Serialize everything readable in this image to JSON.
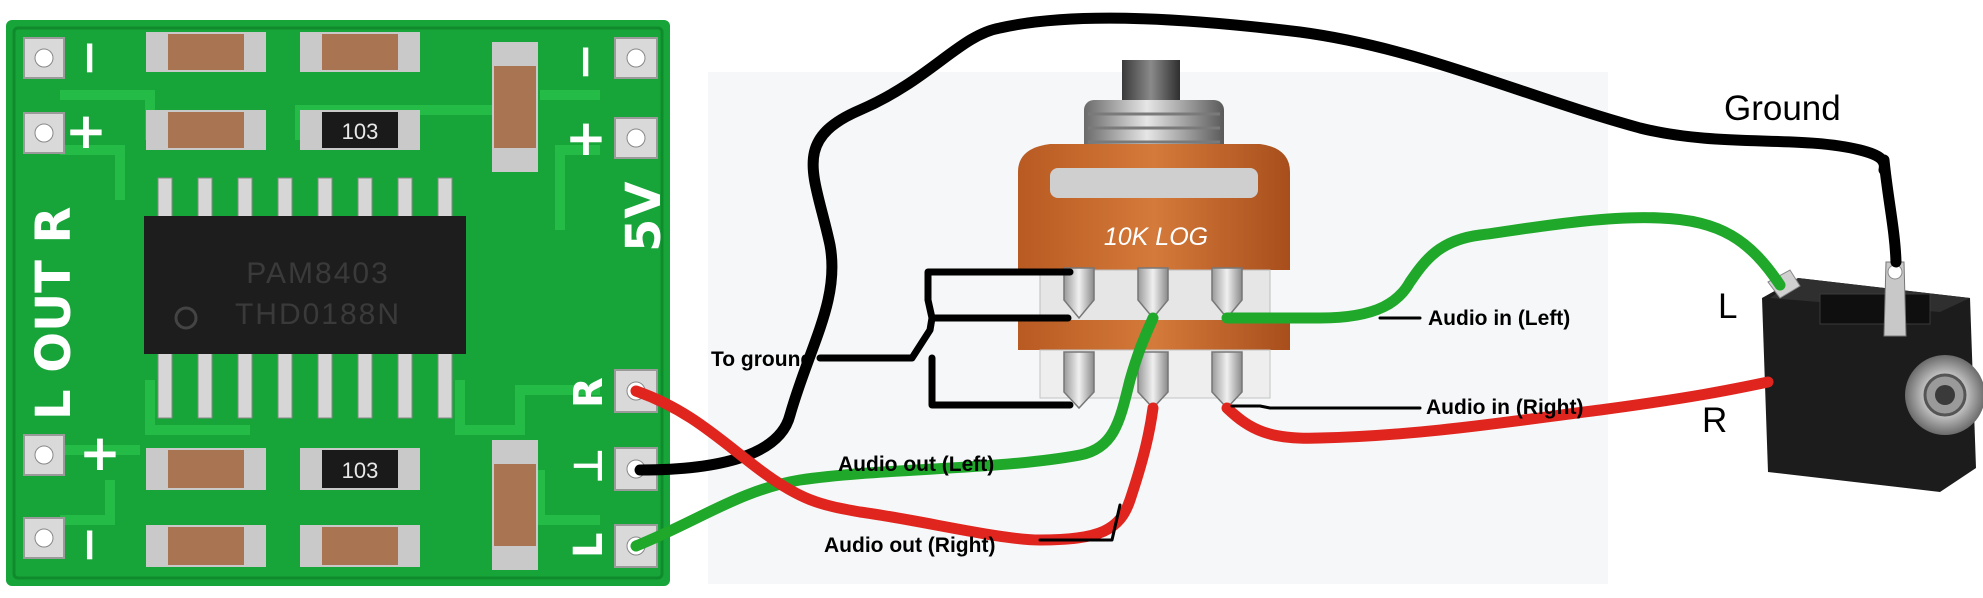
{
  "board": {
    "chip_line1": "PAM8403",
    "chip_line2": "THD0188N",
    "silk_left": "L OUT R",
    "silk_right": "5V",
    "pin_r": "R",
    "pin_ground": "⊥",
    "pin_l": "L",
    "plus": "+",
    "minus": "−",
    "resistor_code": "103"
  },
  "potentiometer": {
    "label": "10K LOG"
  },
  "labels": {
    "to_ground": "To ground",
    "audio_out_left": "Audio out (Left)",
    "audio_out_right": "Audio out (Right)",
    "audio_in_left": "Audio in (Left)",
    "audio_in_right": "Audio in (Right)"
  },
  "jack": {
    "ground": "Ground",
    "left": "L",
    "right": "R"
  },
  "colors": {
    "pcb": "#17a539",
    "wire_ground": "#000000",
    "wire_left": "#1fa82a",
    "wire_right": "#e0251f",
    "pot_body": "#c8682a"
  }
}
